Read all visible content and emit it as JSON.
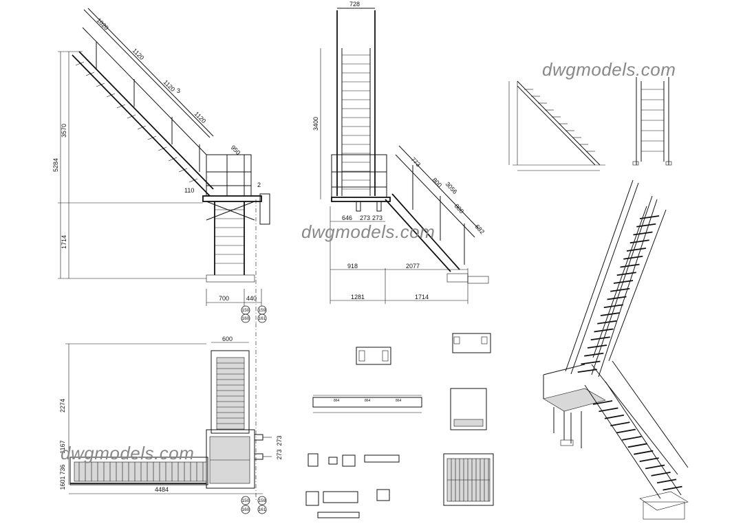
{
  "watermark": "dwgmodels.com",
  "side_view": {
    "heights": [
      "3570",
      "5284",
      "1714"
    ],
    "rail_segments": [
      "1020",
      "1120",
      "1120",
      "1120",
      "950"
    ],
    "small_labels": [
      "110",
      "2",
      "3"
    ],
    "base_widths": [
      "700",
      "440"
    ],
    "bubbles_top": [
      "150",
      "159",
      "160",
      "161"
    ]
  },
  "front_view": {
    "top_width": "728",
    "height": "3400",
    "rail_segments": [
      "773",
      "800",
      "3056",
      "800",
      "682"
    ],
    "landing_widths": [
      "646",
      "273",
      "273"
    ],
    "mid_widths": [
      "918",
      "2077"
    ],
    "base_widths": [
      "1281",
      "1714"
    ]
  },
  "plan_view": {
    "top_width": "600",
    "height": "2274",
    "left_dims": [
      "1167",
      "736",
      "601",
      "1"
    ],
    "right_dims": [
      "273",
      "273"
    ],
    "length": "4484",
    "bubbles_bottom": [
      "150",
      "159",
      "160",
      "161"
    ]
  },
  "details": {
    "beam_dims": [
      "864",
      "864",
      "864"
    ]
  }
}
